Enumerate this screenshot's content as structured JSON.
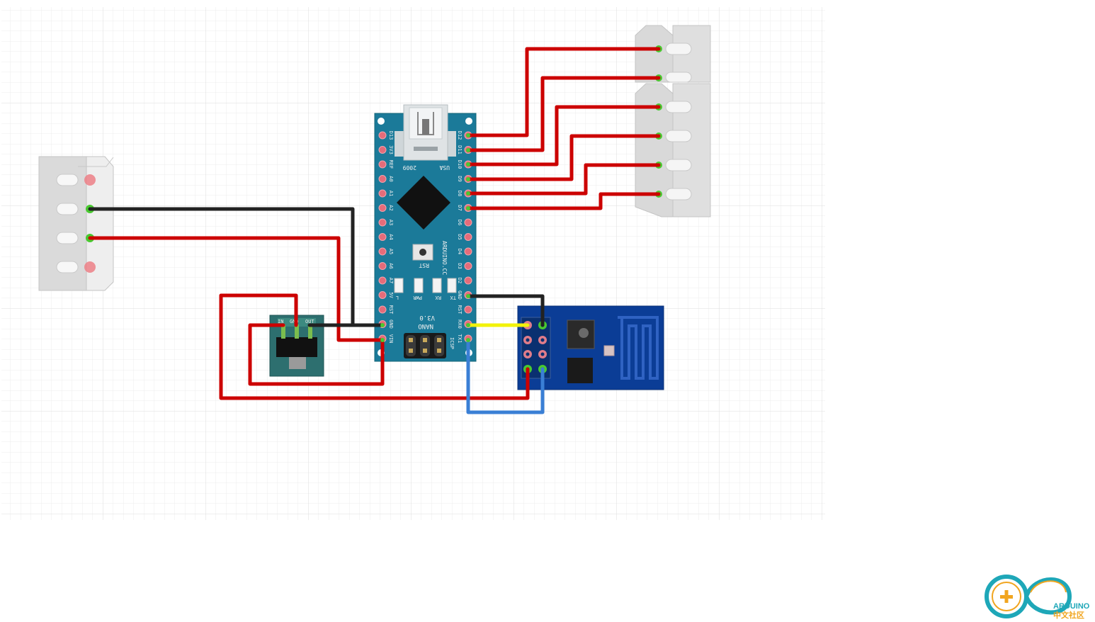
{
  "colors": {
    "grid": "#ececec",
    "grid_major": "#dcdcdc",
    "board_blue": "#1b7a99",
    "board_dark": "#115566",
    "wire_red": "#cc0000",
    "wire_black": "#222222",
    "wire_yellow": "#f2f20a",
    "wire_blue": "#3a7fd5",
    "esp_blue": "#0b3d96",
    "pad_pink": "#e46c7a",
    "pin_green": "#49c930",
    "connector_grey": "#d6d6d6"
  },
  "nano": {
    "left_labels": [
      "D13",
      "3V3",
      "REF",
      "A0",
      "A1",
      "A2",
      "A3",
      "A4",
      "A5",
      "A6",
      "A7",
      "5V",
      "RST",
      "GND",
      "VIN"
    ],
    "right_labels": [
      "D12",
      "D11",
      "D10",
      "D9",
      "D8",
      "D7",
      "D6",
      "D5",
      "D4",
      "D3",
      "D2",
      "GND",
      "RST",
      "RX0",
      "TX1"
    ],
    "year": "2009",
    "country": "USA",
    "reset_label": "RST",
    "brand": "ARDUINO.CC",
    "model_name": "NANO",
    "version": "V3.0",
    "model_title": "ARDUINO",
    "icsp_label": "ICSP",
    "led_labels": [
      "L",
      "PWR",
      "RX",
      "TX"
    ]
  },
  "regulator": {
    "pin_labels": [
      "IN",
      "GND",
      "OUT"
    ]
  },
  "logo": {
    "brand": "ARDUINO",
    "subtitle": "中文社区"
  }
}
